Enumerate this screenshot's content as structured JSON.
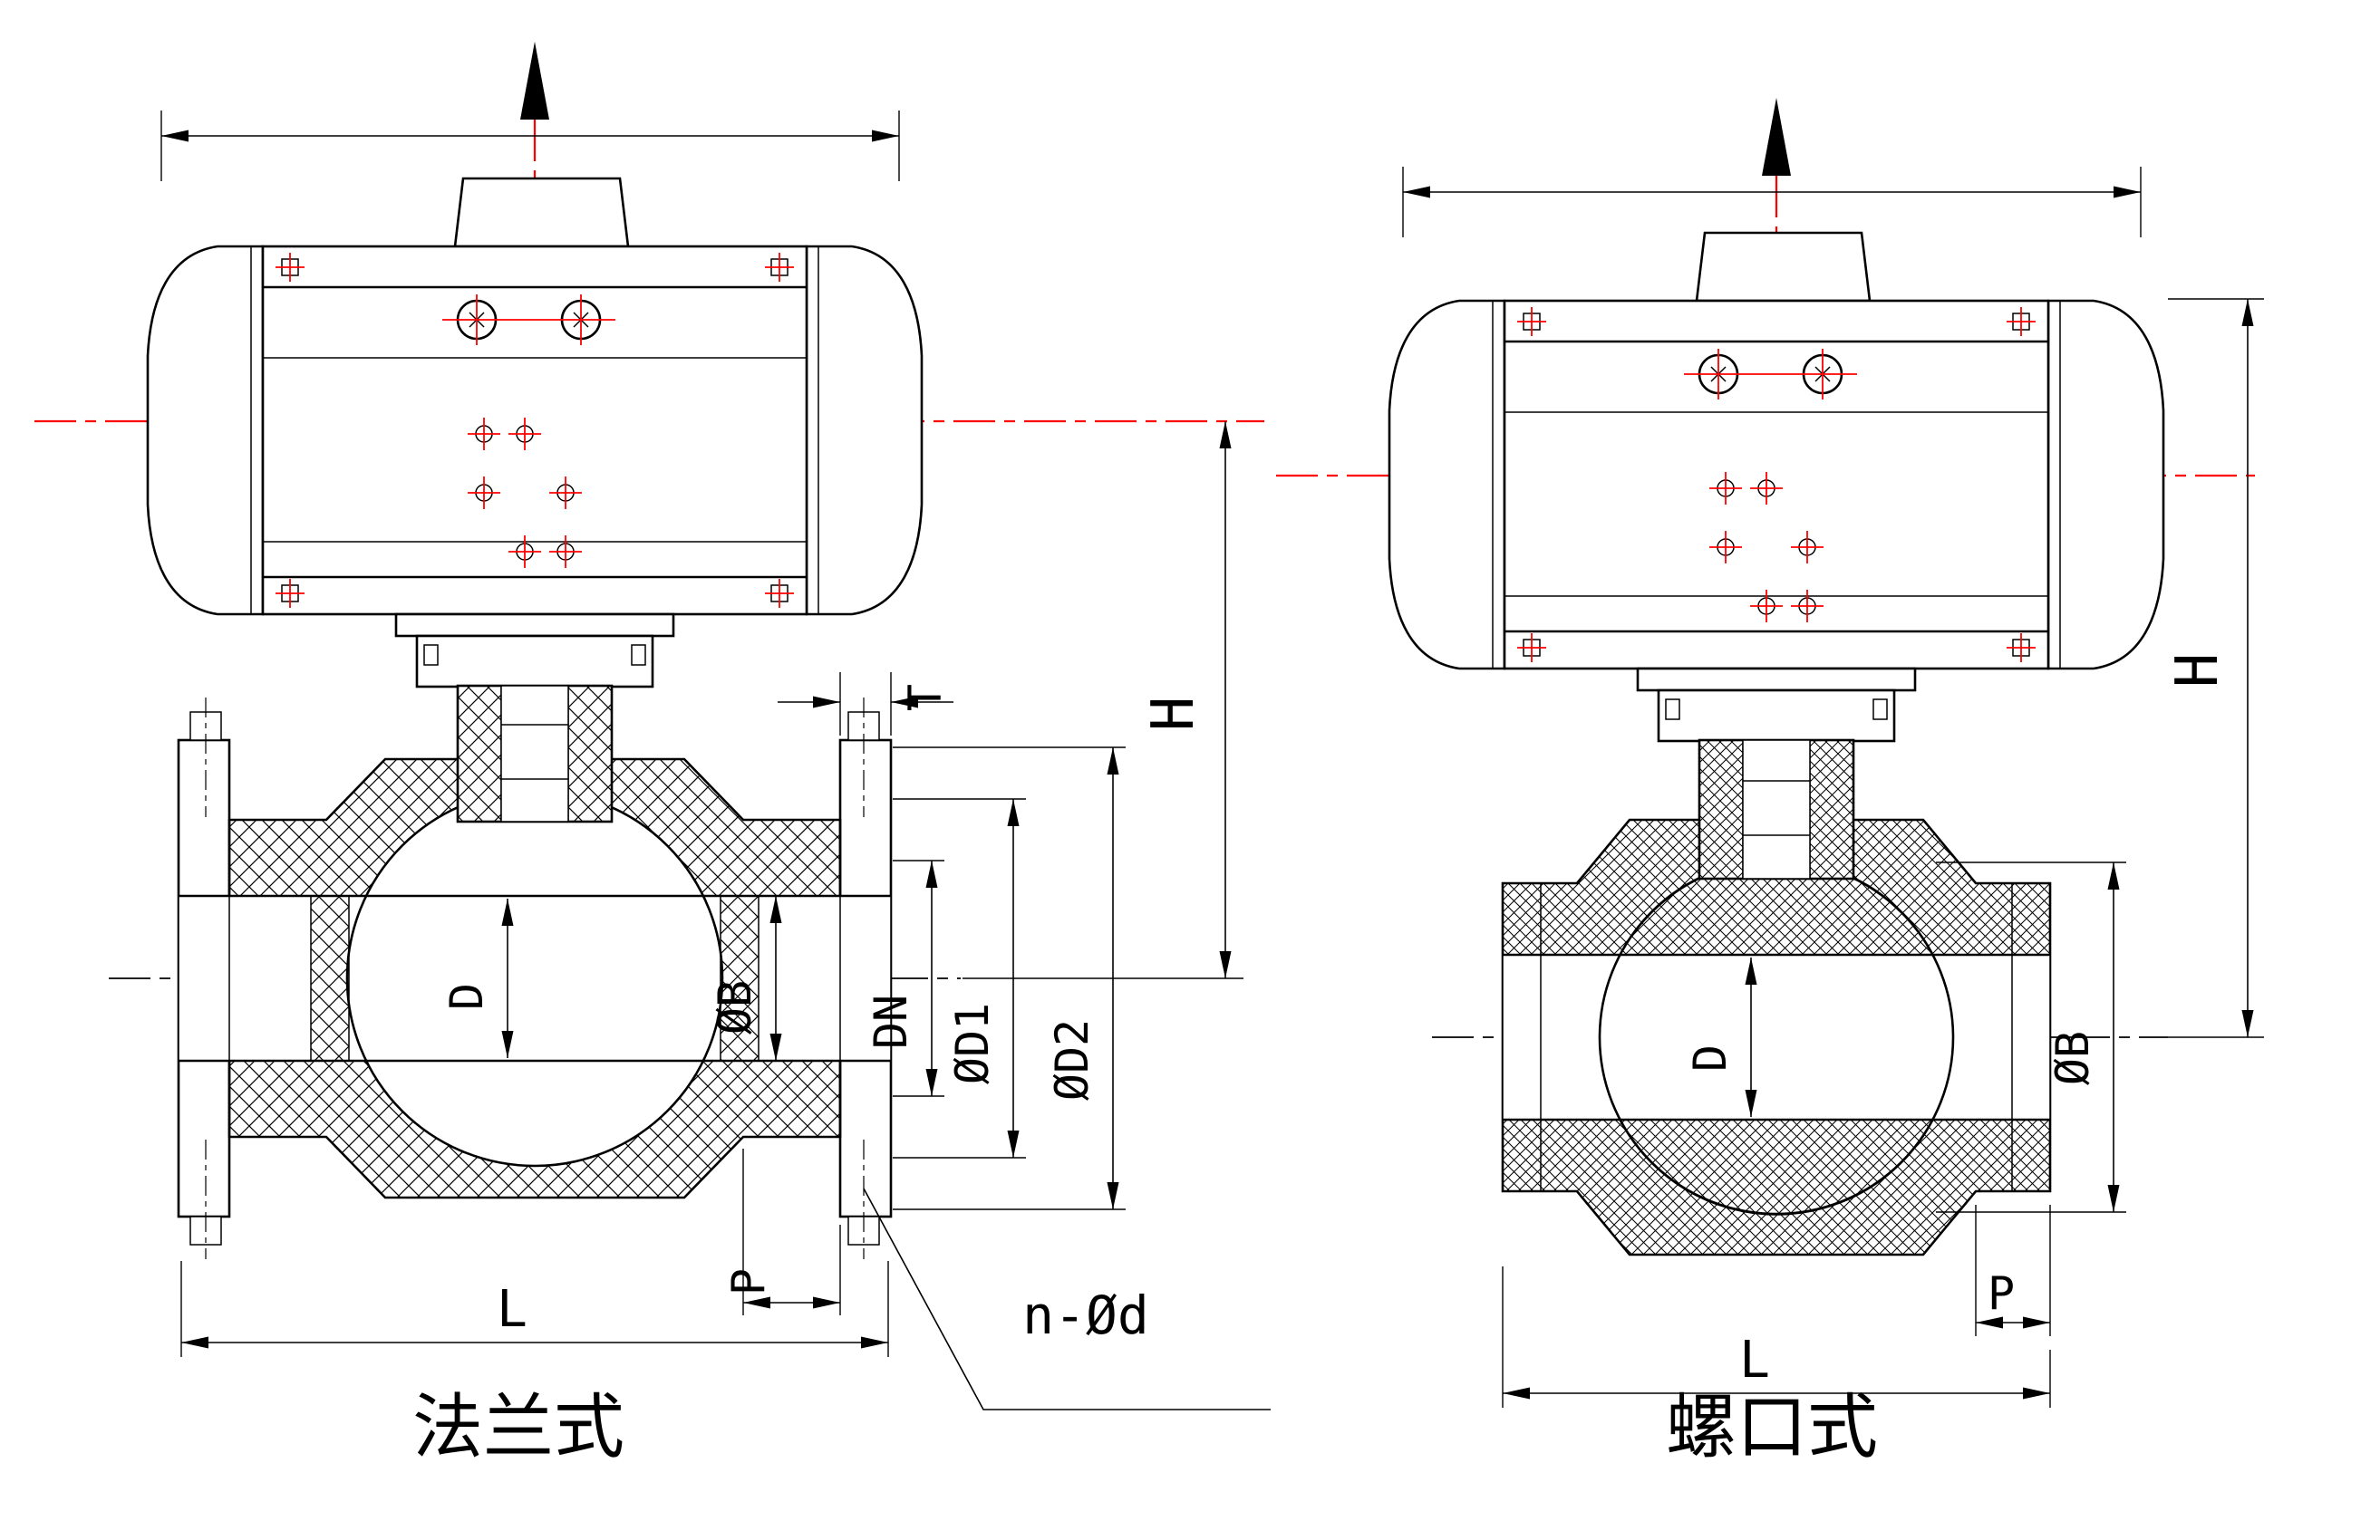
{
  "colors": {
    "line": "#000000",
    "centerline": "#ff0000",
    "background": "#ffffff"
  },
  "left_view": {
    "caption": "法兰式",
    "labels": {
      "t": "T",
      "h": "H",
      "d": "D",
      "dn": "DN",
      "d1": "ØD1",
      "d2": "ØD2",
      "b": "ØB",
      "p": "P",
      "l": "L",
      "n_d": "n-Ød"
    }
  },
  "right_view": {
    "caption": "螺口式",
    "labels": {
      "h": "H",
      "d": "D",
      "b": "ØB",
      "p": "P",
      "l": "L"
    }
  }
}
